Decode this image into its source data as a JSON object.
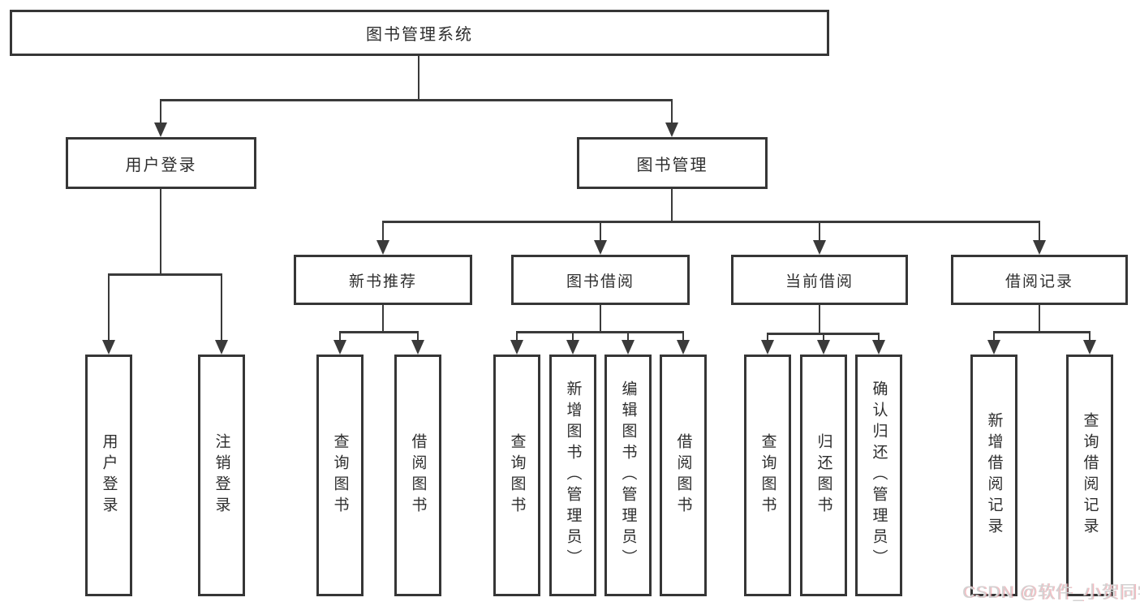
{
  "tree": {
    "root": "图书管理系统",
    "branches": {
      "user_login": {
        "label": "用户登录",
        "children": [
          "用户登录",
          "注销登录"
        ]
      },
      "book_management": {
        "label": "图书管理",
        "children": {
          "new_book_recommend": {
            "label": "新书推荐",
            "children": [
              "查询图书",
              "借阅图书"
            ]
          },
          "book_borrow": {
            "label": "图书借阅",
            "children": [
              "查询图书",
              "新增图书（管理员）",
              "编辑图书（管理员）",
              "借阅图书"
            ]
          },
          "current_borrow": {
            "label": "当前借阅",
            "children": [
              "查询图书",
              "归还图书",
              "确认归还（管理员）"
            ]
          },
          "borrow_records": {
            "label": "借阅记录",
            "children": [
              "新增借阅记录",
              "查询借阅记录"
            ]
          }
        }
      }
    }
  },
  "watermark": {
    "text": "CSDN @软件_小贺同学"
  },
  "colors": {
    "line": "#3a3a3a",
    "border": "#363636",
    "text": "#2e2e2e",
    "background": "#ffffff",
    "watermark_text": "#d2d2d2",
    "watermark_accent": "#f096a0"
  }
}
